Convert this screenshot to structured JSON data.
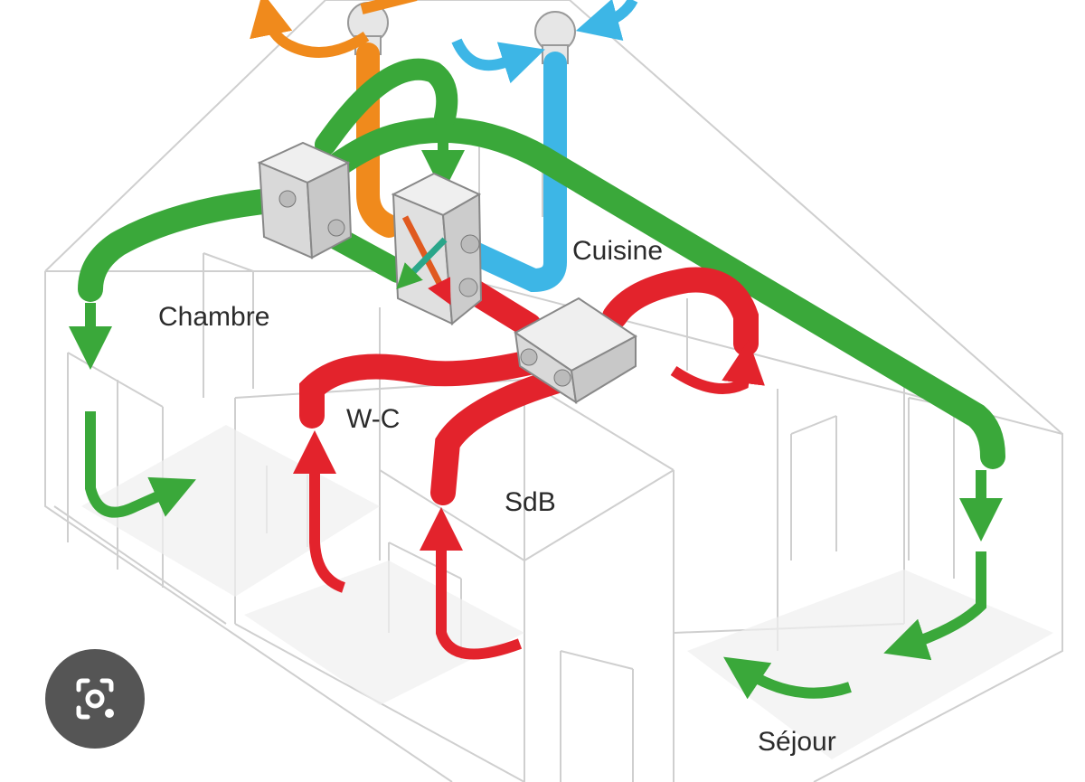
{
  "rooms": {
    "chambre": "Chambre",
    "wc": "W-C",
    "cuisine": "Cuisine",
    "sdb": "SdB",
    "sejour": "Séjour"
  },
  "colors": {
    "fresh_supply": "#3aa83a",
    "extract": "#e3232c",
    "exhaust": "#f08a1c",
    "intake": "#3db6e6",
    "unit": "#dcdcdc",
    "house_lines": "#cfcfcf",
    "lens_button": "#555555"
  },
  "overlay": {
    "lens_button_icon": "camera-search-icon"
  }
}
